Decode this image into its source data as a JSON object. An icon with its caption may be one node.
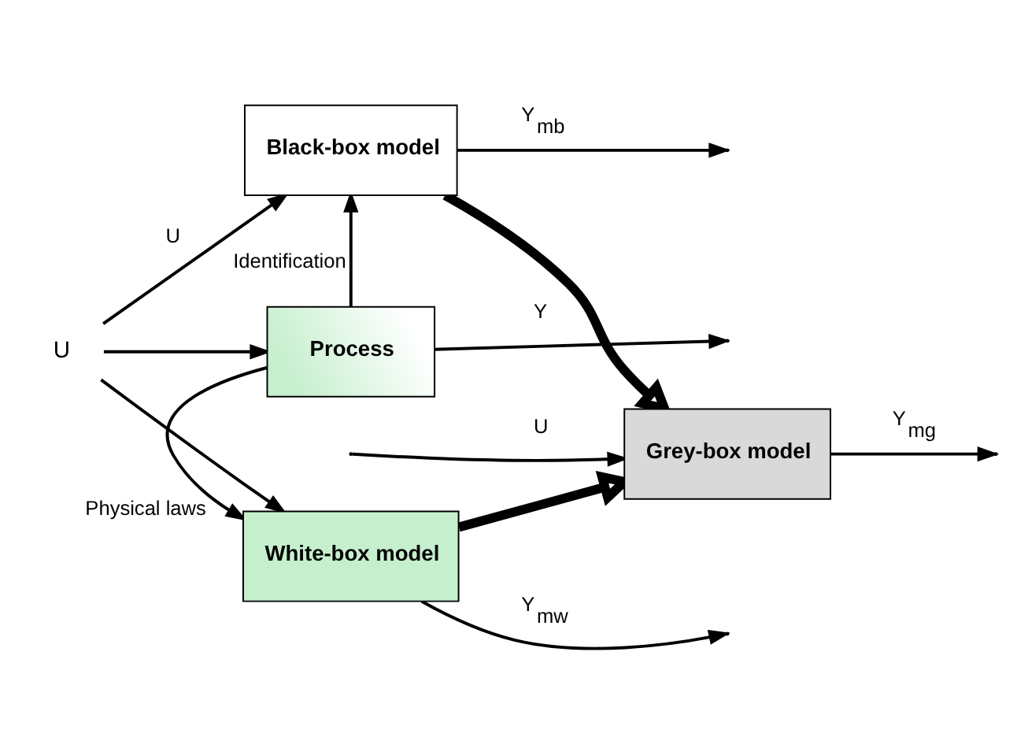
{
  "diagram": {
    "nodes": [
      {
        "text": [
          "Black-box model"
        ]
      },
      {
        "text": [
          "U"
        ]
      },
      {
        "text": [
          "Process"
        ]
      },
      {
        "text": [
          "White-box model"
        ]
      },
      {
        "text": [
          "Grey-box model"
        ]
      }
    ],
    "edges": [
      {
        "from": 1,
        "to": 0,
        "arrow": "to",
        "label": "U"
      },
      {
        "from": 1,
        "to": 2,
        "arrow": "to"
      },
      {
        "from": 1,
        "to": 3,
        "arrow": "to"
      },
      {
        "from": 2,
        "to": 0,
        "arrow": "to",
        "label": "Identification"
      },
      {
        "from": 2,
        "to": 3,
        "arrow": "to",
        "label": "Physical laws"
      },
      {
        "from": 0,
        "to": null,
        "arrow": "to",
        "label": "Y$_{mb}$"
      },
      {
        "from": 2,
        "to": null,
        "arrow": "to",
        "label": "Y"
      },
      {
        "from": 3,
        "to": null,
        "arrow": "to",
        "label": "Y$_{mw}$"
      },
      {
        "from": 0,
        "to": 4,
        "arrow": "to",
        "style": "thick"
      },
      {
        "from": 3,
        "to": 4,
        "arrow": "to",
        "style": "thick"
      },
      {
        "from": null,
        "to": 4,
        "arrow": "to",
        "label": "U"
      },
      {
        "from": 4,
        "to": null,
        "arrow": "to",
        "label": "Y$_{mg}$"
      }
    ]
  }
}
